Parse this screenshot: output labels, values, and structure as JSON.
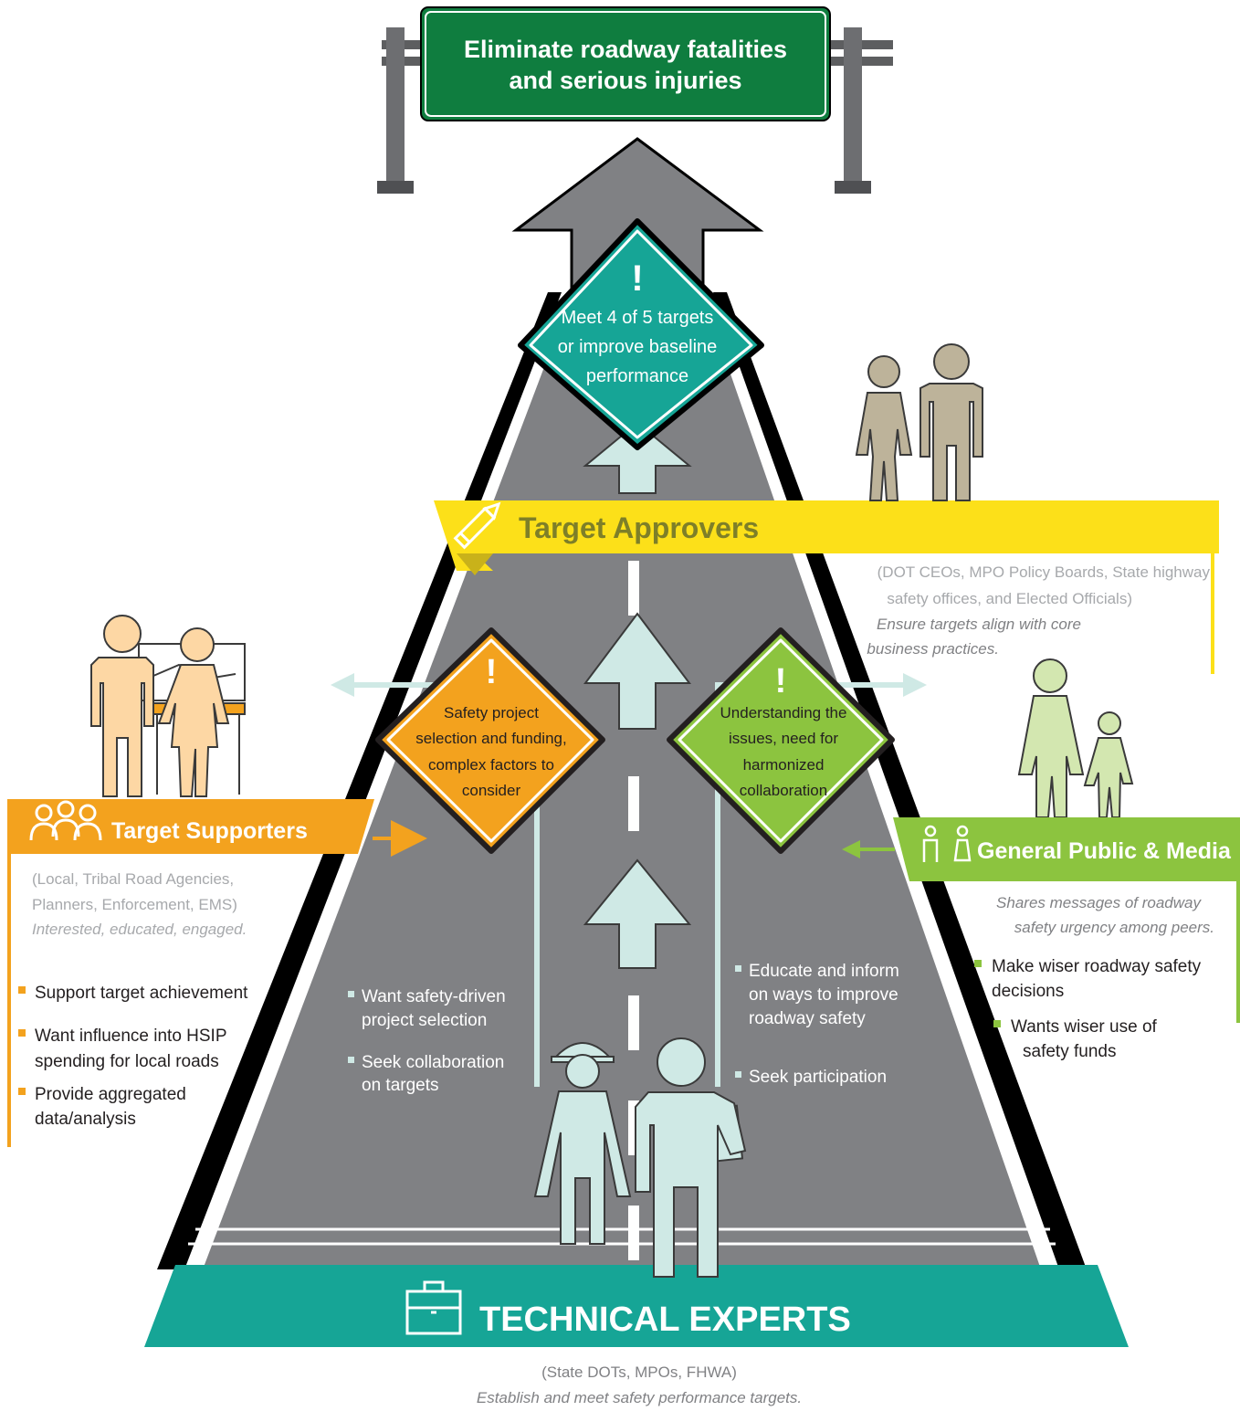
{
  "goal_sign": {
    "line1": "Eliminate roadway fatalities",
    "line2": "and serious injuries"
  },
  "diamonds": {
    "top": {
      "mark": "!",
      "lines": [
        "Meet 4 of 5 targets",
        "or improve baseline",
        "performance"
      ]
    },
    "left": {
      "mark": "!",
      "lines": [
        "Safety project",
        "selection and funding,",
        "complex factors to",
        "consider"
      ]
    },
    "right": {
      "mark": "!",
      "lines": [
        "Understanding the",
        "issues, need for",
        "harmonized",
        "collaboration"
      ]
    }
  },
  "approvers": {
    "title": "Target Approvers",
    "who": [
      "(DOT CEOs, MPO Policy Boards, State highway",
      "safety offices, and Elected Officials)"
    ],
    "role": [
      "Ensure targets align with core",
      "business practices."
    ]
  },
  "supporters": {
    "title": "Target Supporters",
    "who": [
      "(Local, Tribal Road Agencies,",
      "Planners, Enforcement, EMS)"
    ],
    "role": "Interested, educated, engaged.",
    "bullets": [
      [
        "Support target achievement"
      ],
      [
        "Want influence into HSIP",
        "spending for local roads"
      ],
      [
        "Provide aggregated",
        "data/analysis"
      ]
    ]
  },
  "public": {
    "title": "General Public & Media",
    "role": [
      "Shares messages of roadway",
      "safety urgency among peers."
    ],
    "bullets": [
      [
        "Make wiser roadway safety",
        "decisions"
      ],
      [
        "Wants wiser use of",
        "safety funds"
      ]
    ]
  },
  "experts": {
    "title": "TECHNICAL EXPERTS",
    "who": "(State DOTs, MPOs, FHWA)",
    "role": "Establish and meet safety performance targets.",
    "left_bullets": [
      [
        "Want safety-driven",
        "project selection"
      ],
      [
        "Seek collaboration",
        "on targets"
      ]
    ],
    "right_bullets": [
      [
        "Educate and inform",
        "on ways to improve",
        "roadway safety"
      ],
      [
        "Seek participation"
      ]
    ]
  },
  "colors": {
    "sign_green": "#0f7d3f",
    "teal": "#16a596",
    "orange": "#f3a21e",
    "lime": "#8cc43f",
    "yellow": "#fce019",
    "road": "#808184",
    "light_cyan": "#cfe9e5",
    "tan": "#bdb39a",
    "peach": "#fdd7a4",
    "pale_green": "#d3e7b0"
  },
  "icons": [
    "pencil-icon",
    "people-group-icon",
    "toolbox-icon",
    "person-pair-icon",
    "exclamation-icon"
  ]
}
